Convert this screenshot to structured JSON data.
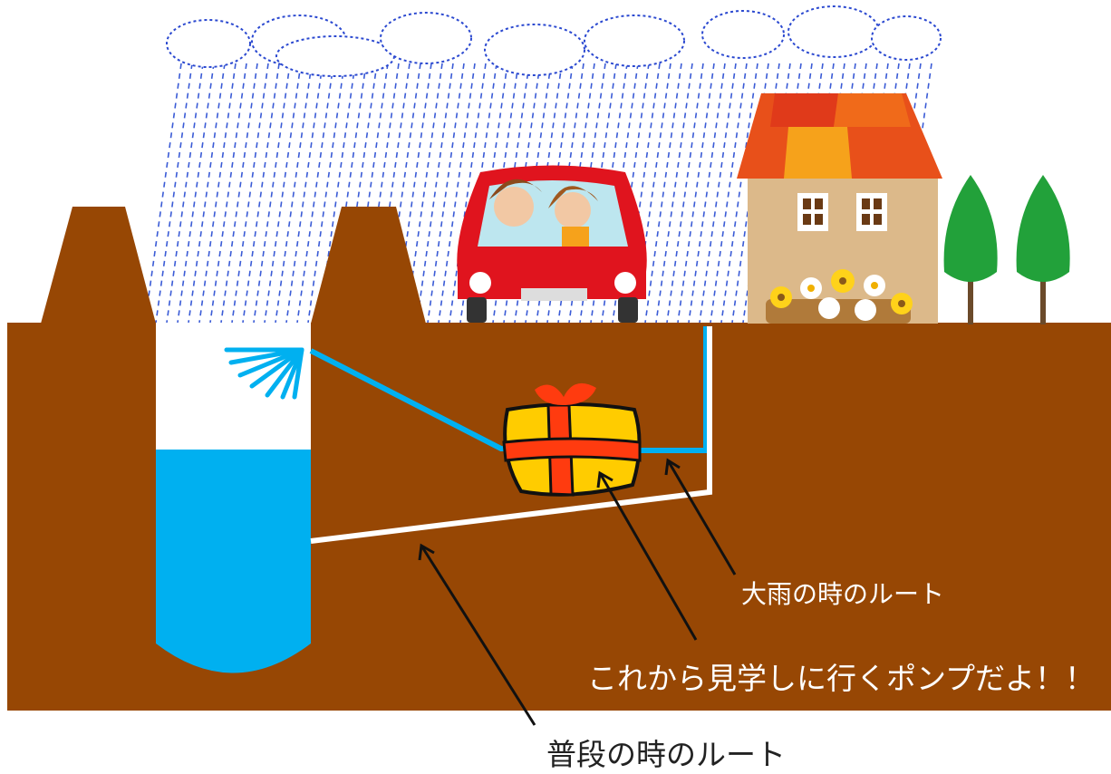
{
  "labels": {
    "heavy_rain_route": "大雨の時のルート",
    "pump_caption": "これから見学しに行くポンプだよ！！",
    "normal_route": "普段の時のルート"
  },
  "icons": {
    "rain": "rain-streaks",
    "clouds": "cloud-icon",
    "car": "car-icon",
    "house": "house-icon",
    "trees": "tree-icon",
    "flowers": "flower-icon",
    "pump": "gift-box-pump-icon"
  },
  "colors": {
    "ground": "#974704",
    "water": "#00b0f0",
    "rain": "#3a5bd6",
    "normal_route_pipe": "#ffffff",
    "heavy_route_pipe": "#00b0f0",
    "car": "#e0141e",
    "roof": "#e8501a",
    "house_wall": "#dcb98a",
    "tree": "#22a13a"
  }
}
